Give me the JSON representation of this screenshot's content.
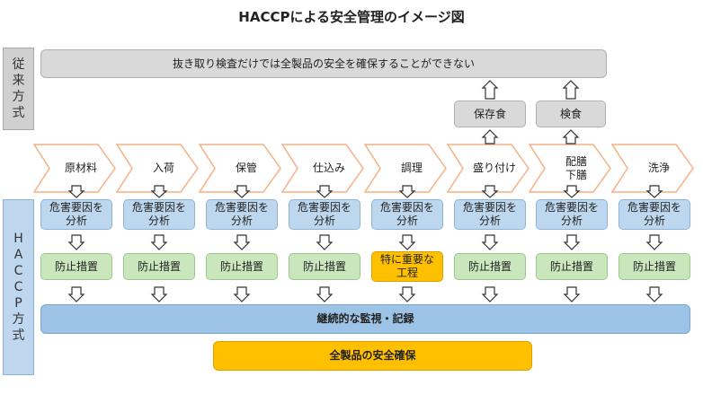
{
  "title": "HACCPによる安全管理のイメージ図",
  "side_labels": {
    "traditional": [
      "従",
      "来",
      "方",
      "式"
    ],
    "haccp": [
      "H",
      "A",
      "C",
      "C",
      "P",
      "方",
      "式"
    ]
  },
  "traditional": {
    "banner": "抜き取り検査だけでは全製品の安全を確保することができない",
    "storage_sample": "保存食",
    "inspection": "検食"
  },
  "steps": [
    "原材料",
    "入荷",
    "保管",
    "仕込み",
    "調理",
    "盛り付け",
    "配膳\n下膳",
    "洗浄"
  ],
  "analysis_label": "危害要因を\n分析",
  "prevention_label": "防止措置",
  "critical_label": "特に重要な\n工程",
  "monitoring": "継続的な監視・記録",
  "assurance": "全製品の安全確保",
  "colors": {
    "chevron_fill": "#ffffff",
    "chevron_stroke": "#f4b183",
    "arrow_stroke": "#333333",
    "analysis": "#bdd7ee",
    "prevention": "#c9e6bd",
    "critical": "#ffc000",
    "monitoring": "#9dc3e6",
    "assurance": "#ffc000",
    "traditional": "#d9d9d9"
  }
}
